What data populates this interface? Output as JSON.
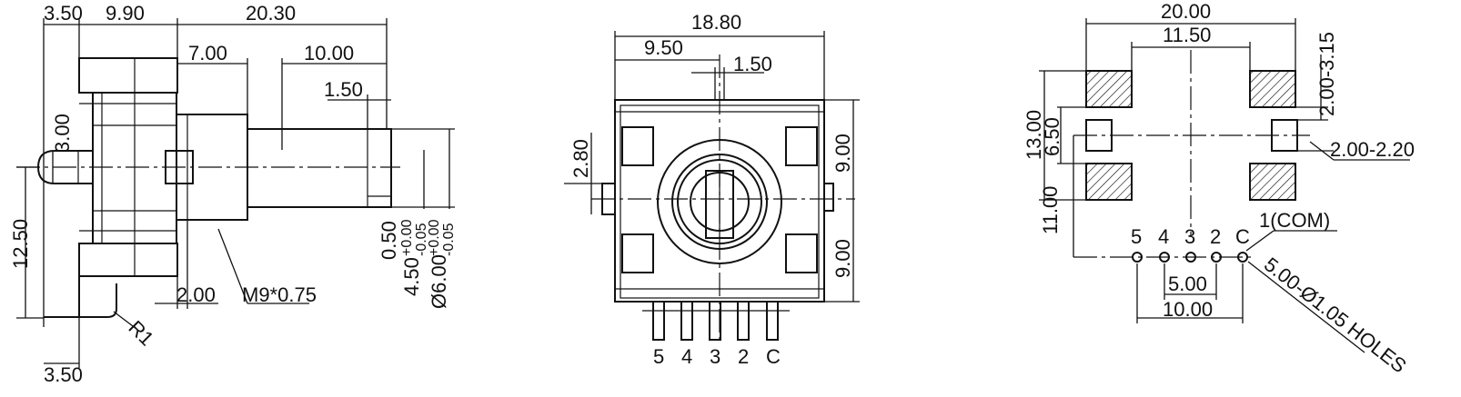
{
  "side_view": {
    "dims": {
      "d350_top": "3.50",
      "d990": "9.90",
      "d2030": "20.30",
      "d700": "7.00",
      "d1000": "10.00",
      "d150": "1.50",
      "d300": "3.00",
      "d1250": "12.50",
      "d200": "2.00",
      "d350_bottom": "3.50",
      "d050": "0.50",
      "d450": "4.50",
      "d450_tol": "+0.00",
      "d450_tol2": "-0.05",
      "d600": "Ø6.00",
      "d600_tol": "+0.00",
      "d600_tol2": "-0.05"
    },
    "thread": "M9*0.75",
    "radius": "R1"
  },
  "front_view": {
    "dims": {
      "d1880": "18.80",
      "d950": "9.50",
      "d150": "1.50",
      "d280": "2.80",
      "d900_top": "9.00",
      "d900_bottom": "9.00"
    },
    "pins": [
      "5",
      "4",
      "3",
      "2",
      "C"
    ]
  },
  "footprint_view": {
    "dims": {
      "d2000": "20.00",
      "d1150": "11.50",
      "d1300": "13.00",
      "d650": "6.50",
      "d1100": "11.00",
      "d200_315": "2.00-3.15",
      "d200_220": "2.00-2.20",
      "d500": "5.00",
      "d1000": "10.00"
    },
    "pins": [
      "5",
      "4",
      "3",
      "2",
      "C"
    ],
    "com_label": "1(COM)",
    "holes": "5.00-Ø1.05 HOLES"
  }
}
